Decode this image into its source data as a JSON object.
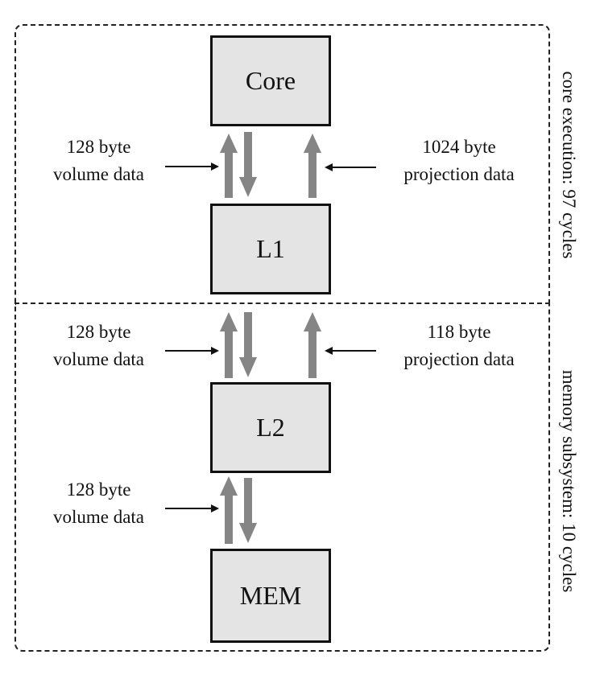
{
  "regions": {
    "core_execution": "core execution: 97 cycles",
    "memory_subsystem": "memory subsystem: 10 cycles"
  },
  "boxes": {
    "core": "Core",
    "l1": "L1",
    "l2": "L2",
    "mem": "MEM"
  },
  "labels": {
    "l1_volume": {
      "line1": "128 byte",
      "line2": "volume data"
    },
    "l1_projection": {
      "line1": "1024 byte",
      "line2": "projection data"
    },
    "l2_volume": {
      "line1": "128 byte",
      "line2": "volume data"
    },
    "l2_projection": {
      "line1": "118 byte",
      "line2": "projection data"
    },
    "mem_volume": {
      "line1": "128 byte",
      "line2": "volume data"
    }
  },
  "colors": {
    "box_fill": "#e4e4e4",
    "thick_arrow": "#858585",
    "pointer_arrow": "#111111"
  }
}
